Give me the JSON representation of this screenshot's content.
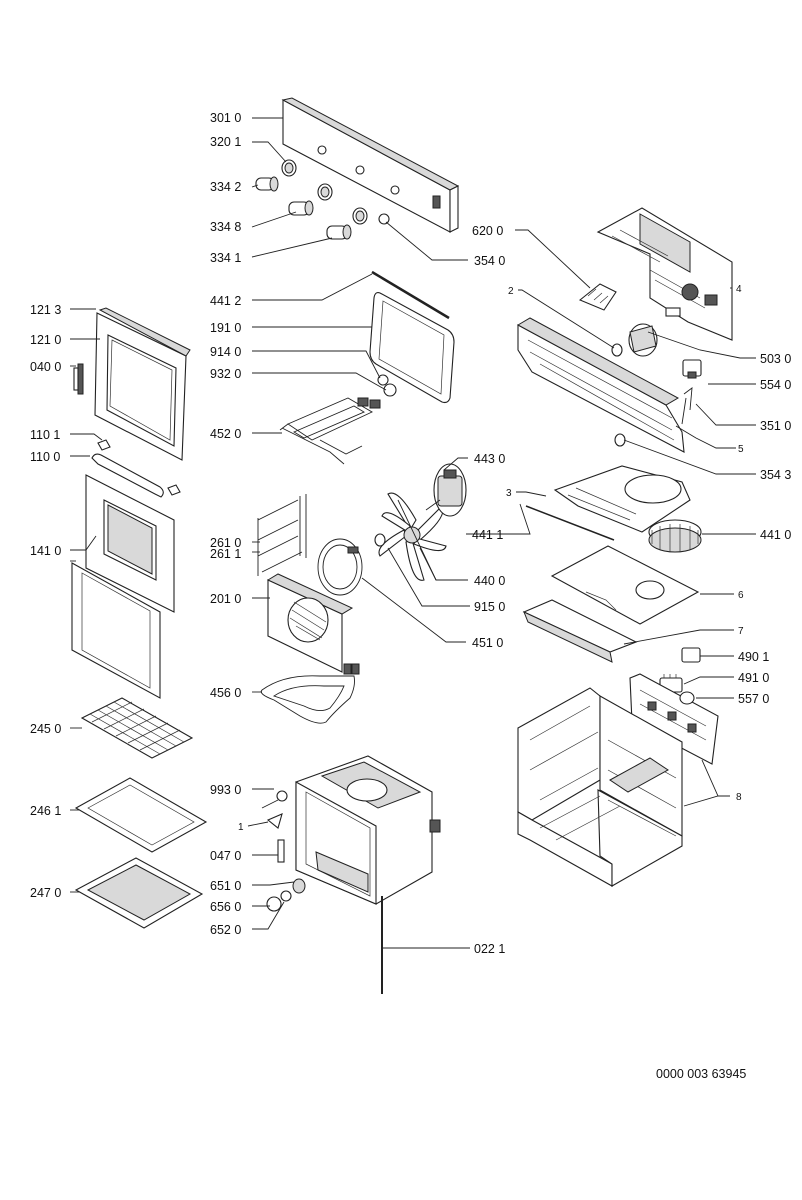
{
  "document_number": "0000 003 63945",
  "labels": [
    "301 0",
    "320 1",
    "334 2",
    "334 8",
    "334 1",
    "354 0",
    "620 0",
    "2",
    "4",
    "503 0",
    "554 0",
    "351 0",
    "5",
    "354 3",
    "441 2",
    "191 0",
    "914 0",
    "932 0",
    "452 0",
    "121 3",
    "121 0",
    "040 0",
    "110 1",
    "110 0",
    "141 0",
    "443 0",
    "3",
    "441 1",
    "441 0",
    "261 0",
    "261 1",
    "201 0",
    "440 0",
    "915 0",
    "451 0",
    "6",
    "7",
    "456 0",
    "490 1",
    "491 0",
    "557 0",
    "245 0",
    "246 1",
    "247 0",
    "993 0",
    "1",
    "047 0",
    "651 0",
    "656 0",
    "652 0",
    "8",
    "022 1"
  ]
}
